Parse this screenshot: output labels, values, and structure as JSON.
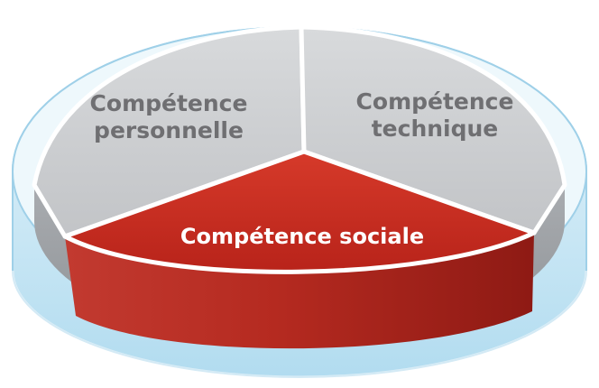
{
  "diagram": {
    "segments": [
      {
        "id": "personnelle",
        "line1": "Compétence",
        "line2": "personnelle",
        "color": "#c9cbcd"
      },
      {
        "id": "technique",
        "line1": "Compétence",
        "line2": "technique",
        "color": "#c9cbcd"
      },
      {
        "id": "sociale",
        "line1": "Compétence sociale",
        "color": "#c8261c"
      }
    ],
    "dish_color": "#bfe2f2",
    "divider_color": "#ffffff"
  }
}
